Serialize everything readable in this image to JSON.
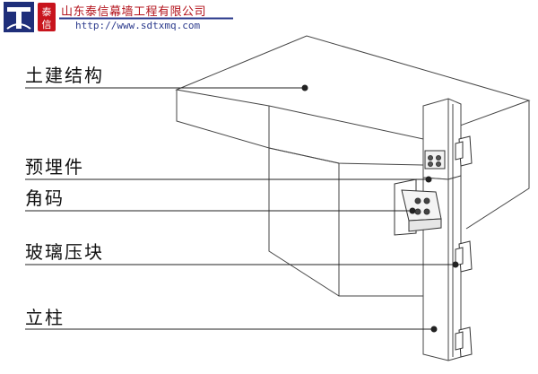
{
  "header": {
    "company_name": "山东泰信幕墙工程有限公司",
    "website": "http://www.sdtxmq.com",
    "brand_color": "#b3121b",
    "url_color": "#2b3a8c"
  },
  "labels": {
    "civil_structure": "土建结构",
    "embedded_part": "预埋件",
    "angle_bracket": "角码",
    "glass_pressure_block": "玻璃压块",
    "mullion": "立柱"
  },
  "colors": {
    "line": "#222222",
    "accent_rule": "#2b3a8c"
  }
}
